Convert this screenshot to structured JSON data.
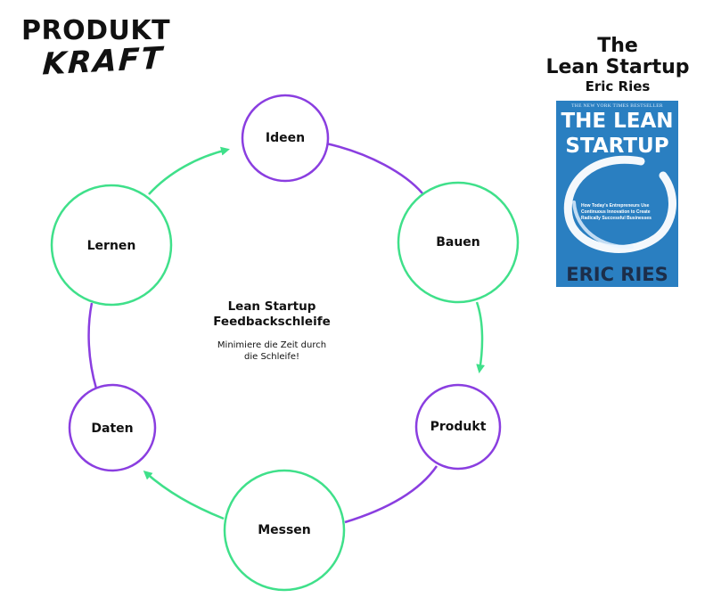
{
  "logo": {
    "line1": "PRODUKT",
    "line2": "KRAFT"
  },
  "book": {
    "title_line1": "The",
    "title_line2": "Lean Startup",
    "author": "Eric Ries",
    "cover": {
      "tagline": "THE NEW YORK TIMES BESTSELLER",
      "title_line1": "THE LEAN",
      "title_line2": "STARTUP",
      "blurb": "How Today's Entrepreneurs Use Continuous Innovation to Create Radically Successful Businesses",
      "author": "ERIC RIES"
    }
  },
  "diagram": {
    "center_title_line1": "Lean Startup",
    "center_title_line2": "Feedbackschleife",
    "center_subtitle_line1": "Minimiere die Zeit durch",
    "center_subtitle_line2": "die Schleife!",
    "nodes": [
      {
        "id": "ideen",
        "label": "Ideen",
        "color": "#8a3ee0"
      },
      {
        "id": "bauen",
        "label": "Bauen",
        "color": "#3fe08a"
      },
      {
        "id": "produkt",
        "label": "Produkt",
        "color": "#8a3ee0"
      },
      {
        "id": "messen",
        "label": "Messen",
        "color": "#3fe08a"
      },
      {
        "id": "daten",
        "label": "Daten",
        "color": "#8a3ee0"
      },
      {
        "id": "lernen",
        "label": "Lernen",
        "color": "#3fe08a"
      }
    ],
    "colors": {
      "purple": "#8a3ee0",
      "green": "#3fe08a"
    }
  }
}
